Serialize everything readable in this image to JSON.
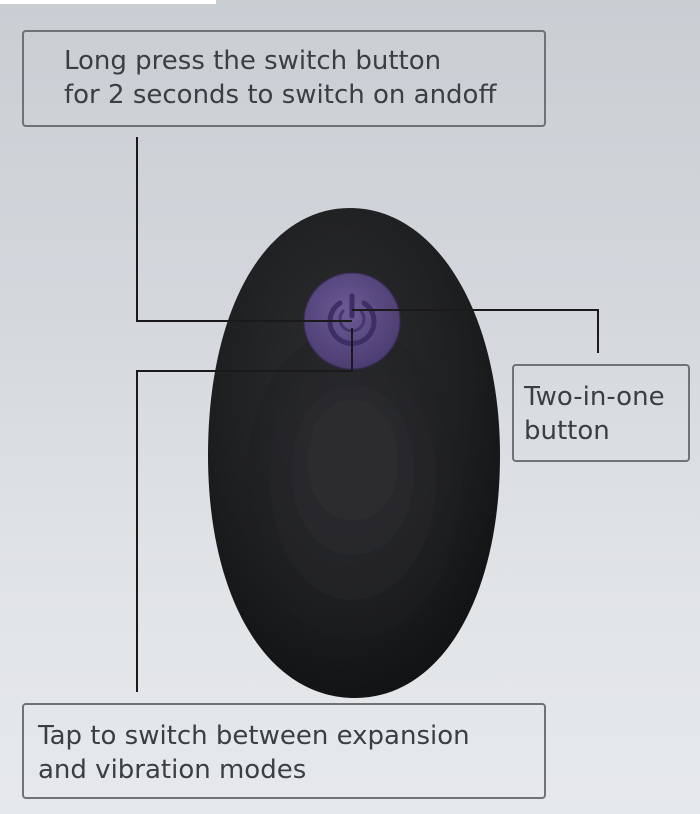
{
  "callouts": {
    "long_press": {
      "line1": "Long press the switch button",
      "line2": "for 2 seconds to switch on andoff"
    },
    "two_in_one": {
      "line1": "Two-in-one",
      "line2": "button"
    },
    "tap": {
      "line1": "Tap to switch between expansion",
      "line2": "and vibration modes"
    }
  },
  "icons": {
    "power_button": "power-icon"
  },
  "colors": {
    "background": "#d3d7dc",
    "device_body": "#1e1f21",
    "button_purple": "#5e4c86",
    "icon_purple": "#3d2e63",
    "leader_line": "#1a1a1a",
    "callout_border": "#6f7276",
    "callout_text": "#3b3e42"
  }
}
